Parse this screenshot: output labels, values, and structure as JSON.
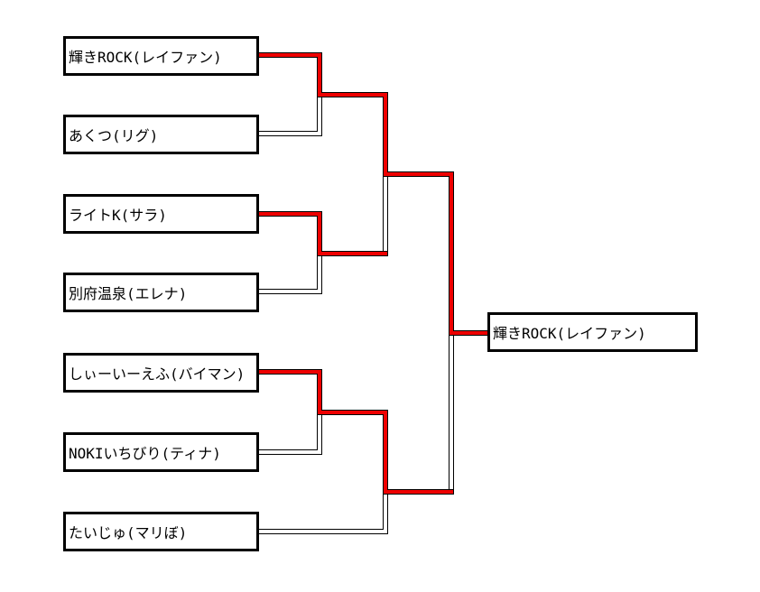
{
  "players": [
    "輝きROCK(レイファン)",
    "あくつ(リグ)",
    "ライトK(サラ)",
    "別府温泉(エレナ)",
    "しぃーいーえふ(バイマン)",
    "NOKIいちびり(ティナ)",
    "たいじゅ(マリぼ)"
  ],
  "champion": "輝きROCK(レイファン)",
  "results": {
    "round1_winners": [
      "輝きROCK(レイファン)",
      "ライトK(サラ)",
      "しぃーいーえふ(バイマン)"
    ],
    "semifinal_winners": [
      "輝きROCK(レイファン)",
      "しぃーいーえふ(バイマン)"
    ],
    "champion": "輝きROCK(レイファン)"
  },
  "colors": {
    "winner_path": "#ee0000",
    "line": "#000000",
    "background": "#ffffff",
    "box_border": "#000000"
  }
}
